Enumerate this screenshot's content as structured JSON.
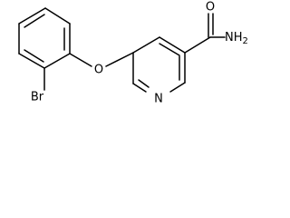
{
  "molecule": {
    "atoms": {
      "bromine": "Br",
      "ether_oxygen": "O",
      "pyridine_nitrogen": "N",
      "carbonyl_oxygen": "O",
      "amide_nitrogen": "NH2"
    },
    "colors": {
      "bond": "#000000",
      "label": "#000000",
      "background": "#ffffff"
    }
  }
}
